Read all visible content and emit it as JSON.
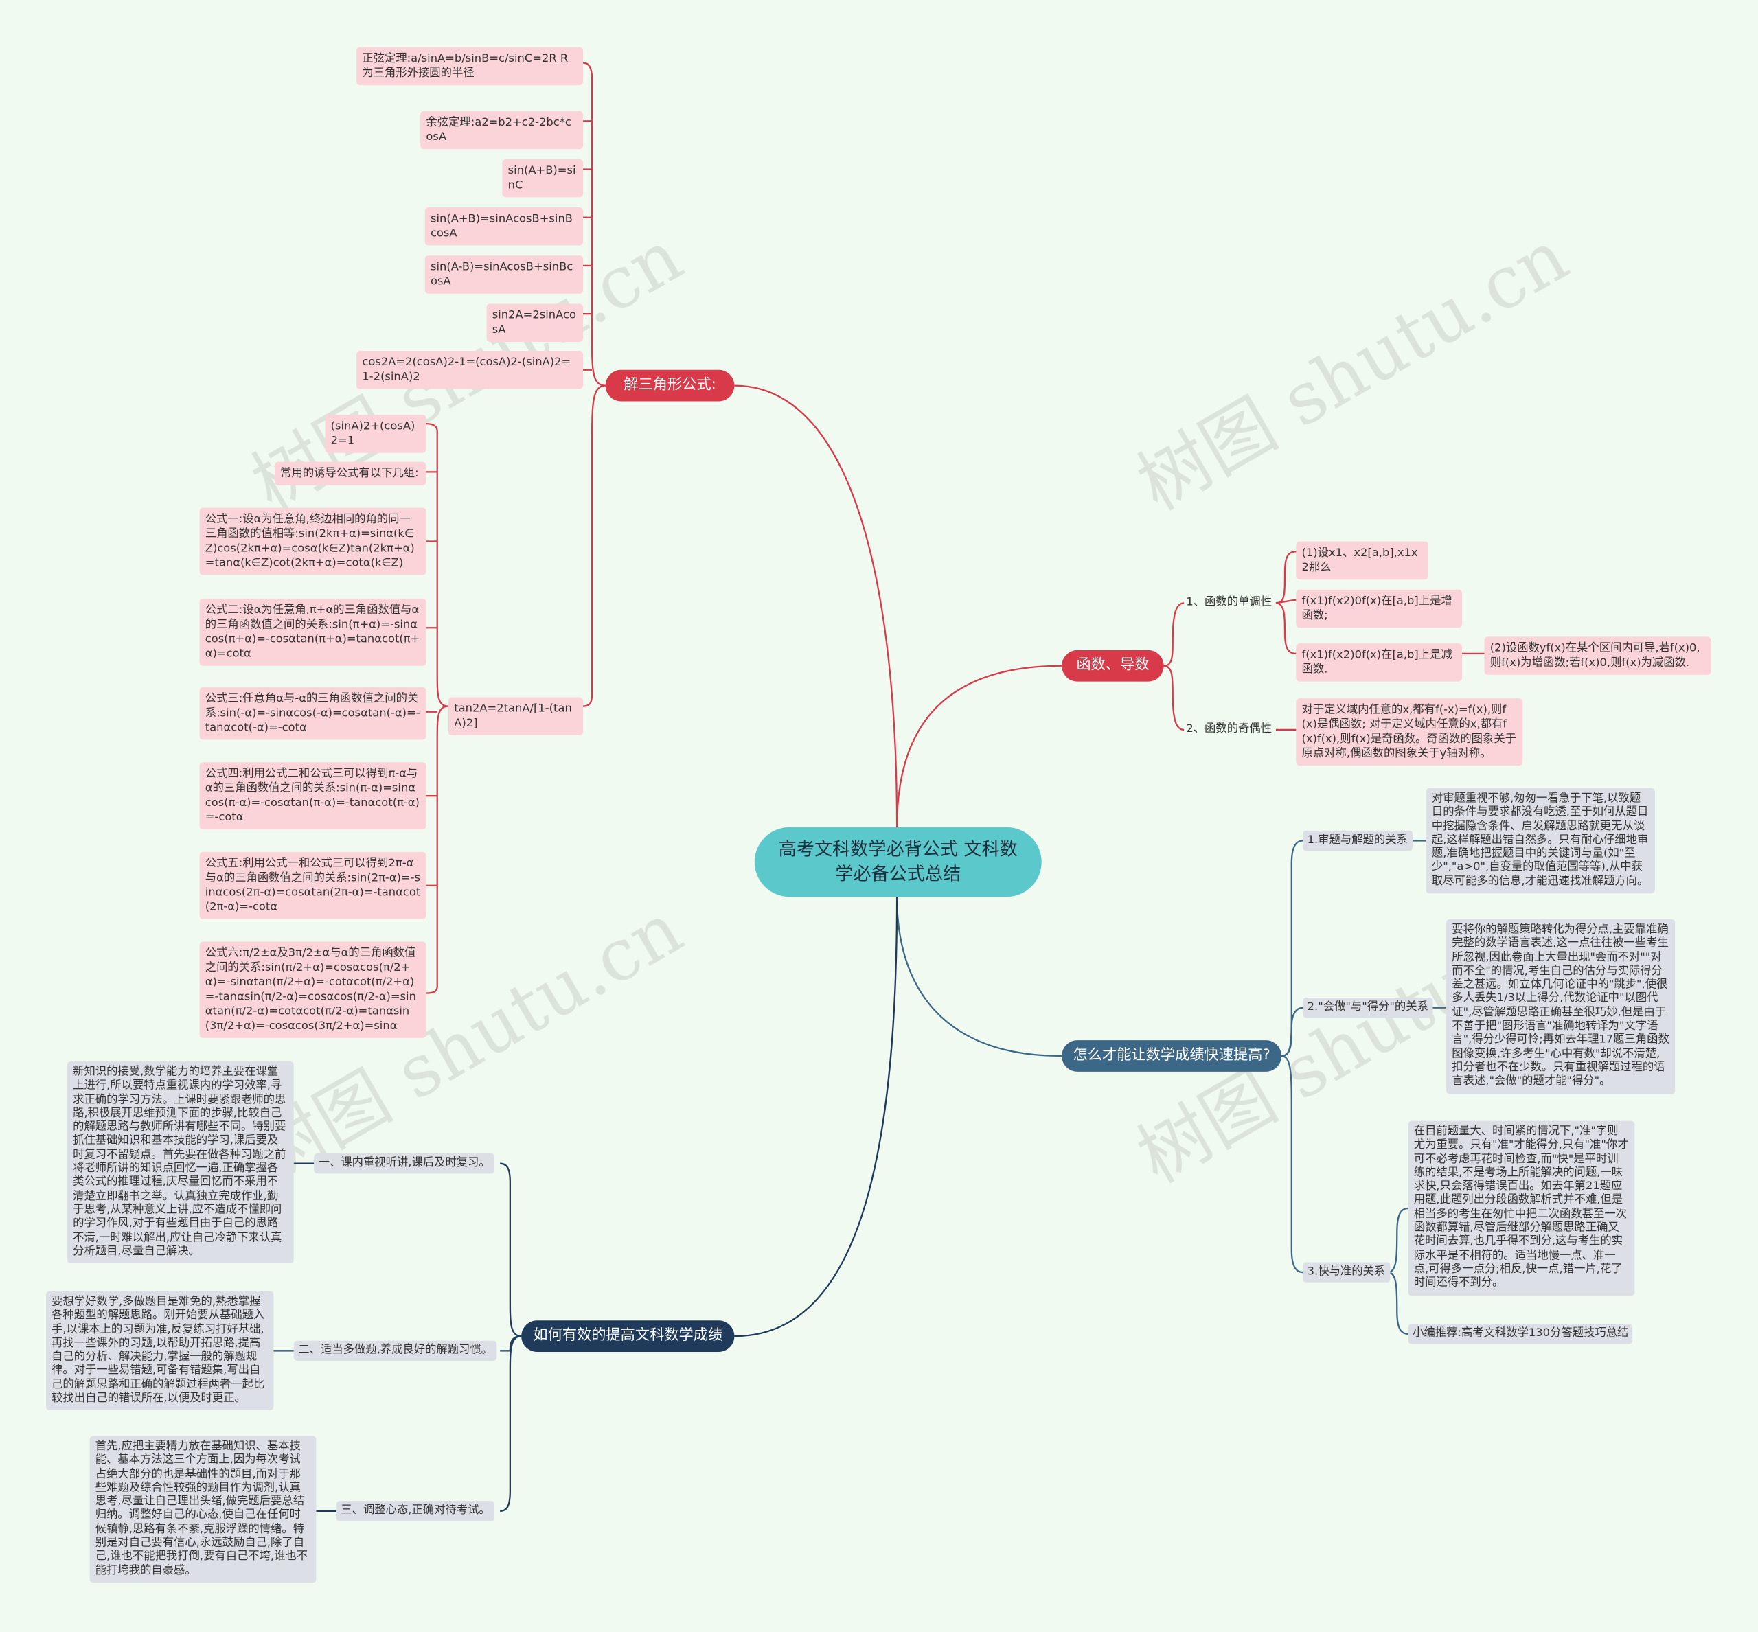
{
  "watermark": "树图 shutu.cn",
  "colors": {
    "center": "#5bc9cc",
    "red_branch": "#d93a49",
    "navy_branch": "#1f3a5a",
    "steel_branch": "#3d6787",
    "pink_node": "#fad4d8",
    "gray_node": "#dcdfe6",
    "background": "#f1faf0"
  },
  "center": "高考文科数学必背公式 文科数学必备公式总结",
  "branches": {
    "triangle": {
      "label": "解三角形公式:",
      "items": [
        "正弦定理:a/sinA=b/sinB=c/sinC=2R R为三角形外接圆的半径",
        "余弦定理:a2=b2+c2-2bc*cosA",
        "sin(A+B)=sinC",
        "sin(A+B)=sinAcosB+sinBcosA",
        "sin(A-B)=sinAcosB+sinBcosA",
        "sin2A=2sinAcosA",
        "cos2A=2(cosA)2-1=(cosA)2-(sinA)2=1-2(sinA)2",
        "tan2A=2tanA/[1-(tanA)2]"
      ],
      "tan_children": [
        "(sinA)2+(cosA)2=1",
        "常用的诱导公式有以下几组:",
        "公式一:设α为任意角,终边相同的角的同一三角函数的值相等:sin(2kπ+α)=sinα(k∈Z)cos(2kπ+α)=cosα(k∈Z)tan(2kπ+α)=tanα(k∈Z)cot(2kπ+α)=cotα(k∈Z)",
        "公式二:设α为任意角,π+α的三角函数值与α的三角函数值之间的关系:sin(π+α)=-sinαcos(π+α)=-cosαtan(π+α)=tanαcot(π+α)=cotα",
        "公式三:任意角α与-α的三角函数值之间的关系:sin(-α)=-sinαcos(-α)=cosαtan(-α)=-tanαcot(-α)=-cotα",
        "公式四:利用公式二和公式三可以得到π-α与α的三角函数值之间的关系:sin(π-α)=sinαcos(π-α)=-cosαtan(π-α)=-tanαcot(π-α)=-cotα",
        "公式五:利用公式一和公式三可以得到2π-α与α的三角函数值之间的关系:sin(2π-α)=-sinαcos(2π-α)=cosαtan(2π-α)=-tanαcot(2π-α)=-cotα",
        "公式六:π/2±α及3π/2±α与α的三角函数值之间的关系:sin(π/2+α)=cosαcos(π/2+α)=-sinαtan(π/2+α)=-cotαcot(π/2+α)=-tanαsin(π/2-α)=cosαcos(π/2-α)=sinαtan(π/2-α)=cotαcot(π/2-α)=tanαsin(3π/2+α)=-cosαcos(3π/2+α)=sinα"
      ]
    },
    "function": {
      "label": "函数、导数",
      "monotonic": {
        "label": "1、函数的单调性",
        "items": [
          "(1)设x1、x2[a,b],x1x2那么",
          "f(x1)f(x2)0f(x)在[a,b]上是增函数;",
          "f(x1)f(x2)0f(x)在[a,b]上是减函数."
        ],
        "extra": "(2)设函数yf(x)在某个区间内可导,若f(x)0,则f(x)为增函数;若f(x)0,则f(x)为减函数."
      },
      "parity": {
        "label": "2、函数的奇偶性",
        "text": "对于定义域内任意的x,都有f(-x)=f(x),则f(x)是偶函数; 对于定义域内任意的x,都有f(x)f(x),则f(x)是奇函数。奇函数的图象关于原点对称,偶函数的图象关于y轴对称。"
      }
    },
    "improve": {
      "label": "怎么才能让数学成绩快速提高?",
      "items": [
        {
          "label": "1.审题与解题的关系",
          "text": "对审题重视不够,匆匆一看急于下笔,以致题目的条件与要求都没有吃透,至于如何从题目中挖掘隐含条件、启发解题思路就更无从谈起,这样解题出错自然多。只有耐心仔细地审题,准确地把握题目中的关键词与量(如\"至少\",\"a>0\",自变量的取值范围等等),从中获取尽可能多的信息,才能迅速找准解题方向。"
        },
        {
          "label": "2.\"会做\"与\"得分\"的关系",
          "text": "要将你的解题策略转化为得分点,主要靠准确完整的数学语言表述,这一点往往被一些考生所忽视,因此卷面上大量出现\"会而不对\"\"对而不全\"的情况,考生自己的估分与实际得分差之甚远。如立体几何论证中的\"跳步\",使很多人丢失1/3以上得分,代数论证中\"以图代证\",尽管解题思路正确甚至很巧妙,但是由于不善于把\"图形语言\"准确地转译为\"文字语言\",得分少得可怜;再如去年理17题三角函数图像变换,许多考生\"心中有数\"却说不清楚,扣分者也不在少数。只有重视解题过程的语言表述,\"会做\"的题才能\"得分\"。"
        },
        {
          "label": "3.快与准的关系",
          "text": "在目前题量大、时间紧的情况下,\"准\"字则尤为重要。只有\"准\"才能得分,只有\"准\"你才可不必考虑再花时间检查,而\"快\"是平时训练的结果,不是考场上所能解决的问题,一味求快,只会落得错误百出。如去年第21题应用题,此题列出分段函数解析式并不难,但是相当多的考生在匆忙中把二次函数甚至一次函数都算错,尽管后继部分解题思路正确又花时间去算,也几乎得不到分,这与考生的实际水平是不相符的。适当地慢一点、准一点,可得多一点分;相反,快一点,错一片,花了时间还得不到分。",
          "recommend": "小编推荐:高考文科数学130分答题技巧总结"
        }
      ]
    },
    "effective": {
      "label": "如何有效的提高文科数学成绩",
      "items": [
        {
          "label": "一、课内重视听讲,课后及时复习。",
          "text": "新知识的接受,数学能力的培养主要在课堂上进行,所以要特点重视课内的学习效率,寻求正确的学习方法。上课时要紧跟老师的思路,积极展开思维预测下面的步骤,比较自己的解题思路与教师所讲有哪些不同。特别要抓住基础知识和基本技能的学习,课后要及时复习不留疑点。首先要在做各种习题之前将老师所讲的知识点回忆一遍,正确掌握各类公式的推理过程,庆尽量回忆而不采用不清楚立即翻书之举。认真独立完成作业,勤于思考,从某种意义上讲,应不造成不懂即问的学习作风,对于有些题目由于自己的思路不清,一时难以解出,应让自己冷静下来认真分析题目,尽量自己解决。"
        },
        {
          "label": "二、适当多做题,养成良好的解题习惯。",
          "text": "要想学好数学,多做题目是难免的,熟悉掌握各种题型的解题思路。刚开始要从基础题入手,以课本上的习题为准,反复练习打好基础,再找一些课外的习题,以帮助开拓思路,提高自己的分析、解决能力,掌握一般的解题规律。对于一些易错题,可备有错题集,写出自己的解题思路和正确的解题过程两者一起比较找出自己的错误所在,以便及时更正。"
        },
        {
          "label": "三、调整心态,正确对待考试。",
          "text": "首先,应把主要精力放在基础知识、基本技能、基本方法这三个方面上,因为每次考试占绝大部分的也是基础性的题目,而对于那些难题及综合性较强的题目作为调剂,认真思考,尽量让自己理出头绪,做完题后要总结归纳。调整好自己的心态,使自己在任何时候镇静,思路有条不紊,克服浮躁的情绪。特别是对自己要有信心,永远鼓励自己,除了自己,谁也不能把我打倒,要有自己不垮,谁也不能打垮我的自豪感。"
        }
      ]
    }
  }
}
